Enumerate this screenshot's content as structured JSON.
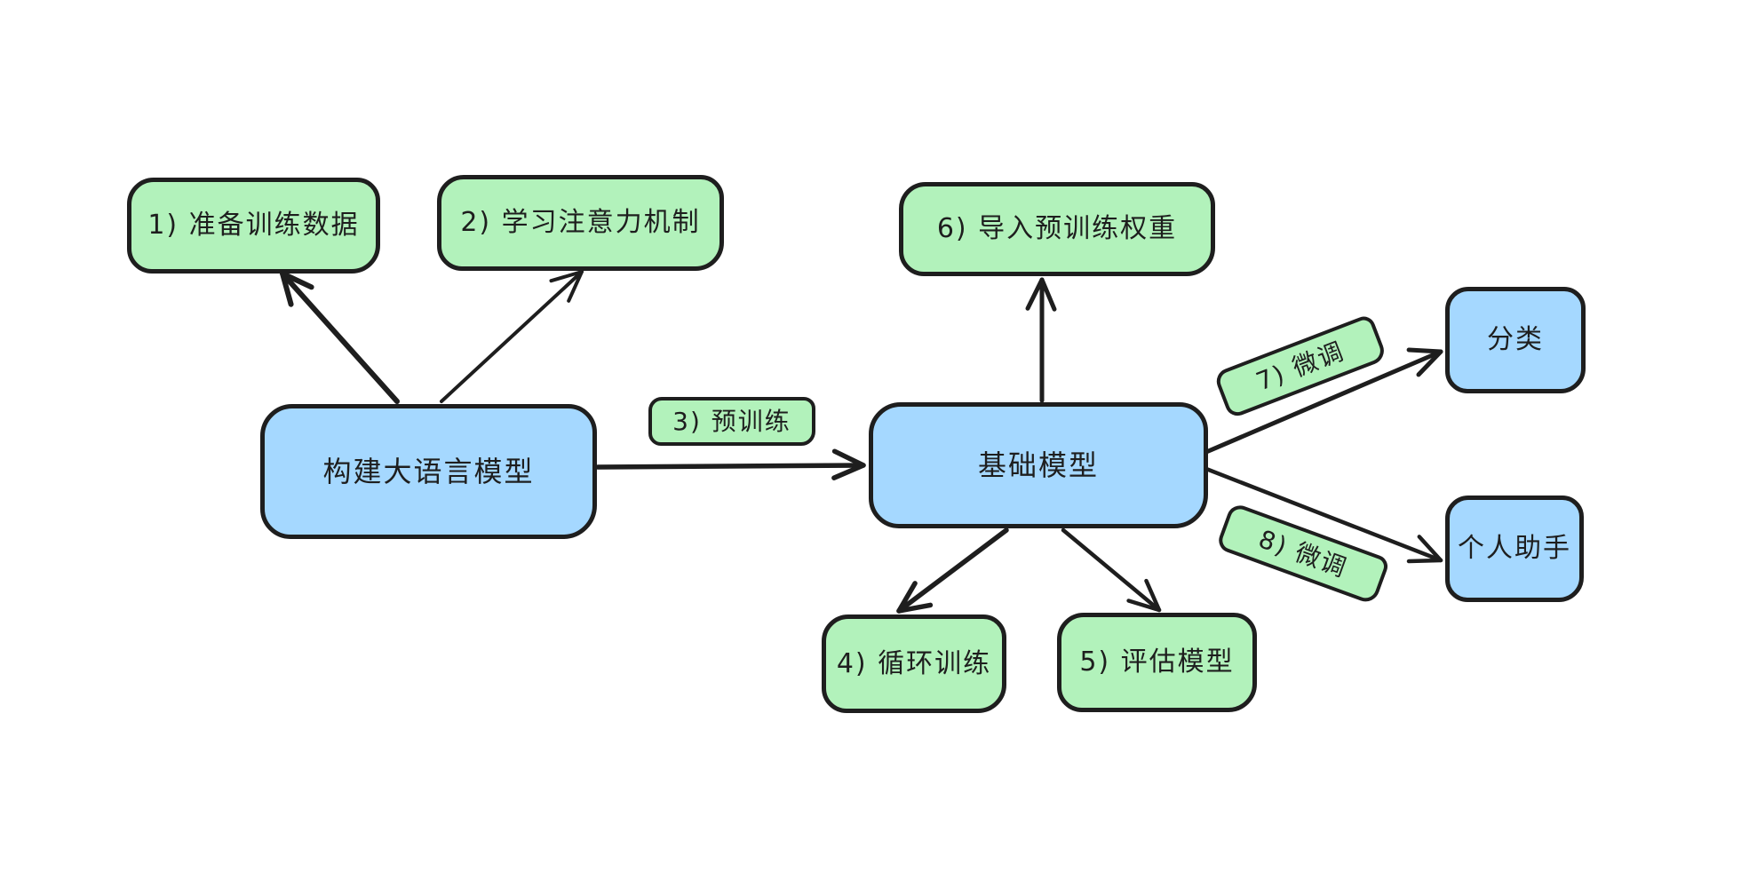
{
  "diagram": {
    "background": "#ffffff",
    "colors": {
      "node_green": "#b2f2bb",
      "node_blue": "#a5d8ff",
      "stroke": "#1e1e1e"
    },
    "nodes": {
      "prepare_data": {
        "label": "1) 准备训练数据"
      },
      "attention": {
        "label": "2) 学习注意力机制"
      },
      "pretrain": {
        "label": "3) 预训练"
      },
      "loop_training": {
        "label": "4) 循环训练"
      },
      "evaluate_model": {
        "label": "5) 评估模型"
      },
      "load_weights": {
        "label": "6) 导入预训练权重"
      },
      "finetune_7": {
        "label": "7) 微调"
      },
      "finetune_8": {
        "label": "8) 微调"
      },
      "build_llm": {
        "label": "构建大语言模型"
      },
      "base_model": {
        "label": "基础模型"
      },
      "classification": {
        "label": "分类"
      },
      "assistant": {
        "label": "个人助手"
      }
    }
  }
}
